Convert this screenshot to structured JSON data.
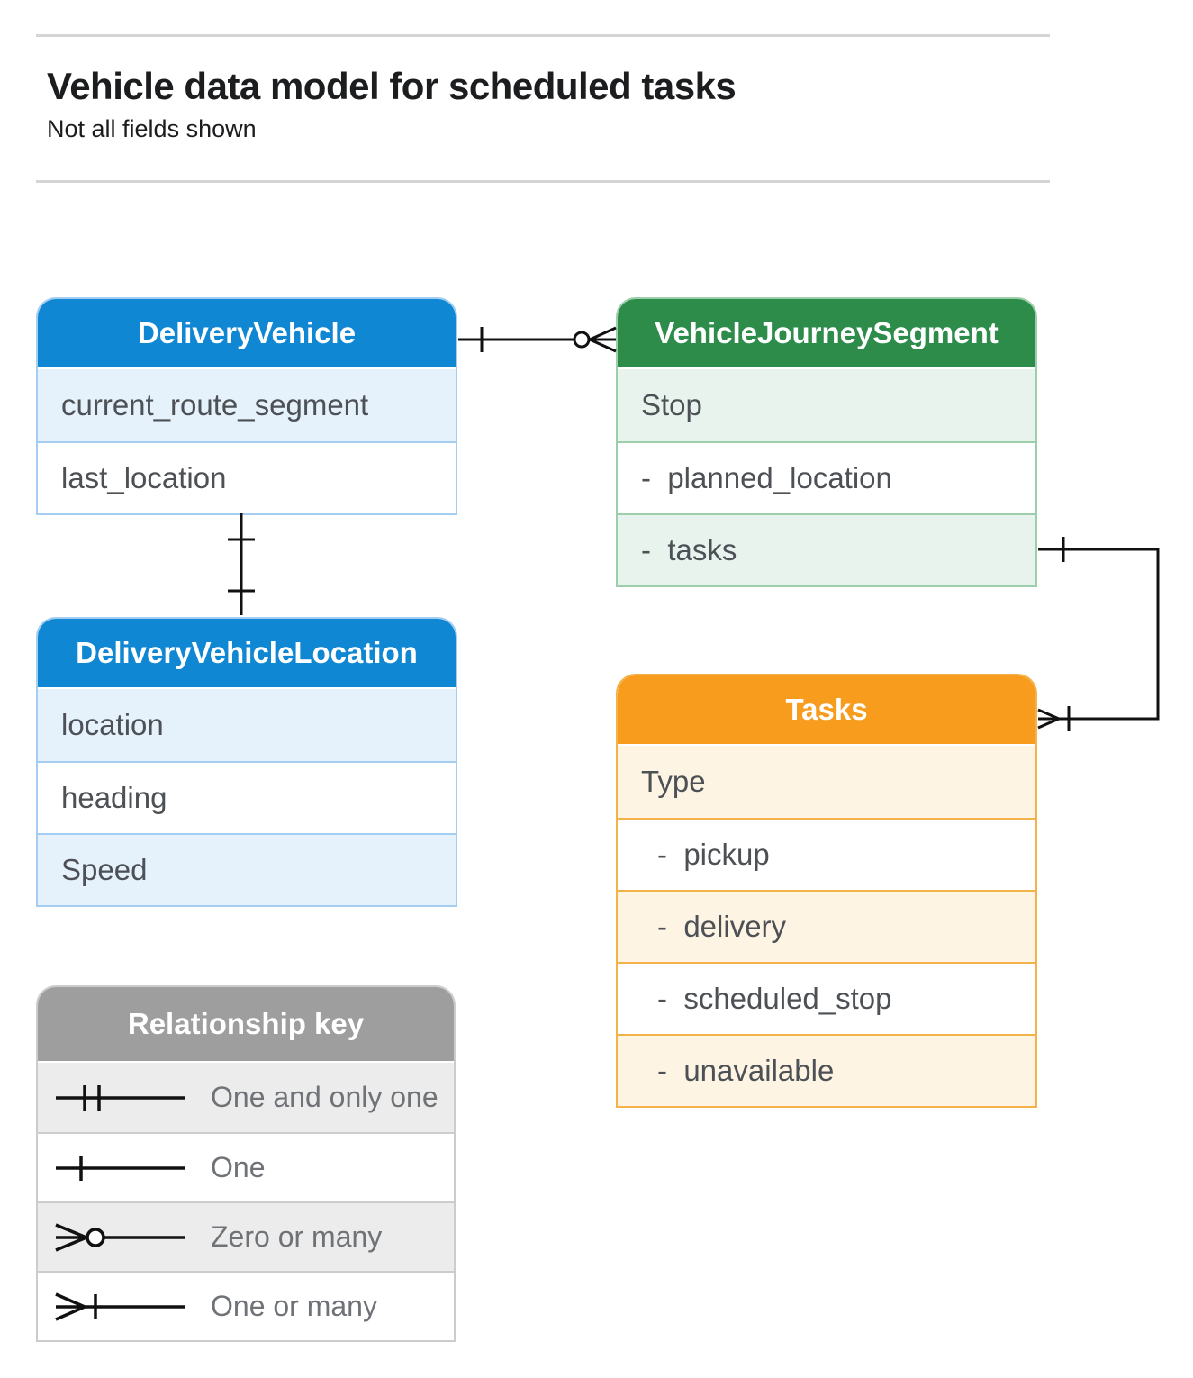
{
  "page": {
    "title": "Vehicle data model for scheduled tasks",
    "subtitle": "Not all fields shown"
  },
  "colors": {
    "blue": "#0f87d2",
    "blue_tint": "#e5f1fb",
    "blue_border": "#a3cdf1",
    "green": "#2e8c4b",
    "green_tint": "#e9f3ee",
    "green_border": "#9ccfa9",
    "orange": "#f89c1d",
    "orange_tint": "#fdf4e4",
    "orange_border": "#f3b24a",
    "gray": "#9e9e9e",
    "gray_tint": "#ececec",
    "gray_border": "#cccccc",
    "line": "#111111",
    "row_text": "#4d5156",
    "legend_text": "#6f7377"
  },
  "entities": {
    "delivery_vehicle": {
      "title": "DeliveryVehicle",
      "rows": [
        {
          "label": "current_route_segment"
        },
        {
          "label": "last_location"
        }
      ]
    },
    "vehicle_journey_segment": {
      "title": "VehicleJourneySegment",
      "rows": [
        {
          "label": "Stop"
        },
        {
          "label": "-  planned_location"
        },
        {
          "label": "-  tasks"
        }
      ]
    },
    "delivery_vehicle_location": {
      "title": "DeliveryVehicleLocation",
      "rows": [
        {
          "label": "location"
        },
        {
          "label": "heading"
        },
        {
          "label": "Speed"
        }
      ]
    },
    "tasks": {
      "title": "Tasks",
      "rows": [
        {
          "label": "Type"
        },
        {
          "label": "-  pickup"
        },
        {
          "label": "-  delivery"
        },
        {
          "label": "-  scheduled_stop"
        },
        {
          "label": "-  unavailable"
        }
      ]
    }
  },
  "relationships": [
    {
      "from": "DeliveryVehicle",
      "from_cardinality": "one",
      "to": "VehicleJourneySegment",
      "to_cardinality": "zero-or-many"
    },
    {
      "from": "DeliveryVehicle",
      "from_cardinality": "one",
      "to": "DeliveryVehicleLocation",
      "to_cardinality": "one"
    },
    {
      "from": "VehicleJourneySegment.tasks",
      "from_cardinality": "one",
      "to": "Tasks",
      "to_cardinality": "one-or-many"
    }
  ],
  "legend": {
    "title": "Relationship key",
    "items": [
      {
        "icon": "one-and-only-one-symbol",
        "label": "One and only one"
      },
      {
        "icon": "one-symbol",
        "label": "One"
      },
      {
        "icon": "zero-or-many-symbol",
        "label": "Zero or many"
      },
      {
        "icon": "one-or-many-symbol",
        "label": "One or many"
      }
    ]
  }
}
